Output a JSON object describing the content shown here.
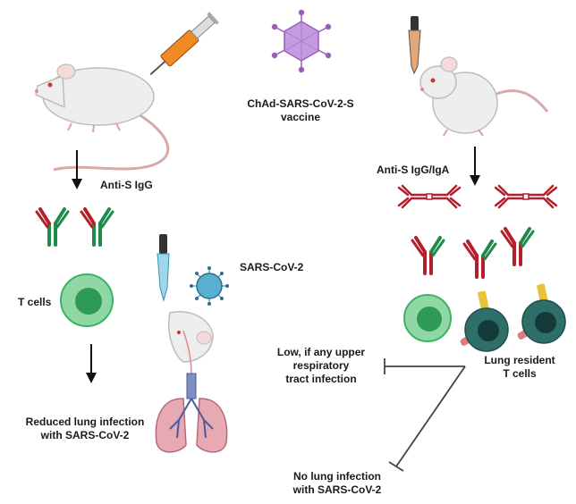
{
  "vaccine": {
    "name": "ChAd-SARS-CoV-2-S",
    "type": "vaccine"
  },
  "left_branch": {
    "route_icon": "syringe-icon",
    "antibody_label": "Anti-S IgG",
    "tcell_label": "T cells",
    "outcome": [
      "Reduced lung infection",
      "with SARS-CoV-2"
    ]
  },
  "challenge": {
    "virus_label": "SARS-CoV-2",
    "route_icon": "dropper-icon"
  },
  "right_branch": {
    "route_icon": "dropper-icon",
    "antibody_label": "Anti-S IgG/IgA",
    "tcell_label": [
      "Lung resident",
      "T cells"
    ],
    "upper_outcome": [
      "Low, if any upper",
      "respiratory",
      "tract infection"
    ],
    "lung_outcome": [
      "No lung infection",
      "with SARS-CoV-2"
    ]
  },
  "colors": {
    "antibody_red": "#b3202b",
    "antibody_green": "#1f8a4c",
    "tcell_green": "#3cb463",
    "lung_resident_teal": "#2f6f6a",
    "virus_blue": "#3b93b8",
    "vaccine_purple": "#b98ad6"
  }
}
